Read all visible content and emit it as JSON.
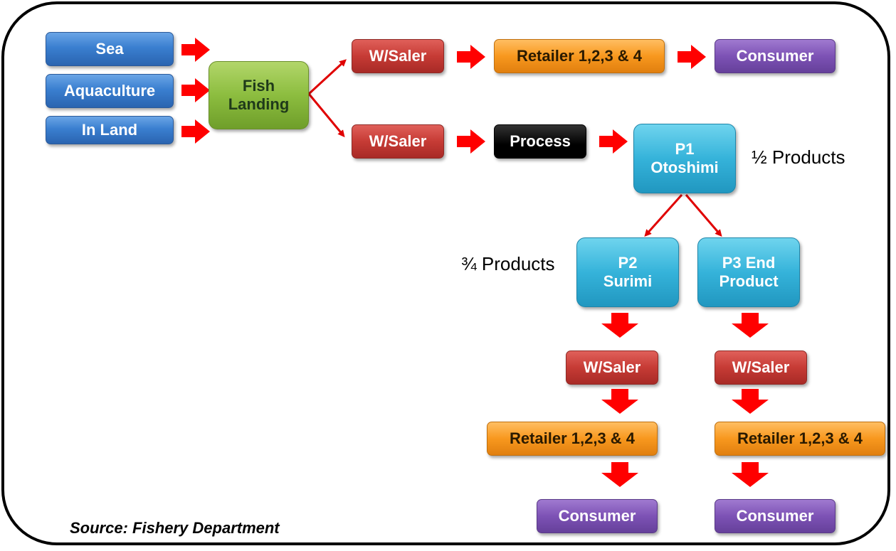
{
  "sources": {
    "sea": "Sea",
    "aquaculture": "Aquaculture",
    "inland": "In Land"
  },
  "landing": {
    "line1": "Fish",
    "line2": "Landing"
  },
  "top_branch": {
    "wholesaler": "W/Saler",
    "retailer": "Retailer 1,2,3 & 4",
    "consumer": "Consumer"
  },
  "process_branch": {
    "wholesaler": "W/Saler",
    "process": "Process"
  },
  "p1": {
    "line1": "P1",
    "line2": "Otoshimi",
    "note": "½ Products"
  },
  "p2": {
    "line1": "P2",
    "line2": "Surimi",
    "note": "¾ Products",
    "wholesaler": "W/Saler",
    "retailer": "Retailer 1,2,3 & 4",
    "consumer": "Consumer"
  },
  "p3": {
    "line1": "P3 End",
    "line2": "Product",
    "wholesaler": "W/Saler",
    "retailer": "Retailer 1,2,3 & 4",
    "consumer": "Consumer"
  },
  "source_note": "Source: Fishery Department"
}
